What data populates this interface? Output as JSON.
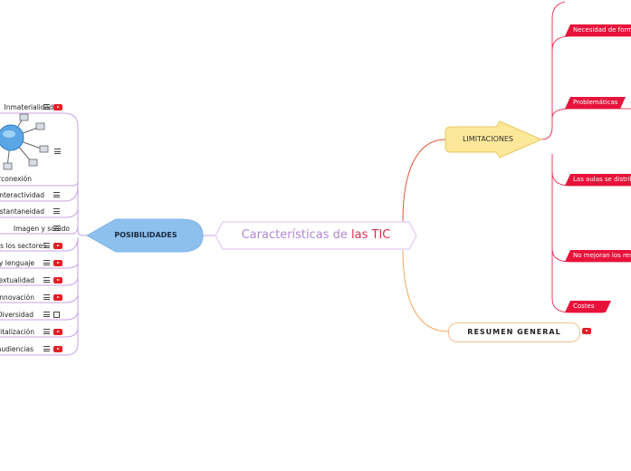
{
  "central": {
    "part1": "Características de",
    "part2": "las TIC"
  },
  "posibilidades": {
    "label": "POSIBILIDADES",
    "items": [
      {
        "label": "Inmaterialidad",
        "icons": [
          "menu",
          "video"
        ]
      },
      {
        "label": "Interconexión",
        "icons": [
          "menu"
        ]
      },
      {
        "label": "Interactividad",
        "icons": [
          "menu"
        ]
      },
      {
        "label": "Instantaneidad",
        "icons": [
          "menu"
        ]
      },
      {
        "label": "Imagen y sonido",
        "icons": [
          "menu"
        ]
      },
      {
        "label": "Todos los sectores",
        "icons": [
          "menu",
          "video"
        ]
      },
      {
        "label": "Formato y lenguaje",
        "icons": [
          "menu",
          "video"
        ]
      },
      {
        "label": "Hipertextualidad",
        "icons": [
          "menu",
          "video"
        ]
      },
      {
        "label": "Innovación",
        "icons": [
          "menu",
          "video"
        ]
      },
      {
        "label": "Diversidad",
        "icons": [
          "menu",
          "external-link"
        ]
      },
      {
        "label": "Digitalización",
        "icons": [
          "menu",
          "video"
        ]
      },
      {
        "label": "Nuevas audiencias",
        "icons": [
          "menu",
          "video"
        ]
      }
    ]
  },
  "limitaciones": {
    "label": "LIMITACIONES",
    "items": [
      {
        "label": "Necesidad de formación"
      },
      {
        "label": "Problemáticas"
      },
      {
        "label": "Las aulas se distribuyen"
      },
      {
        "label": "No mejoran los resultados"
      },
      {
        "label": "Costes"
      }
    ]
  },
  "resumen": {
    "label": "RESUMEN GENERAL",
    "icon": "video"
  },
  "colors": {
    "purple": "#b386d6",
    "red": "#d9304c",
    "blue_node": "#8ec0ee",
    "yellow_node": "#fde89a",
    "orange_border": "#f4c08f",
    "tag_red": "#e8123a",
    "video_red": "#e81c24"
  }
}
